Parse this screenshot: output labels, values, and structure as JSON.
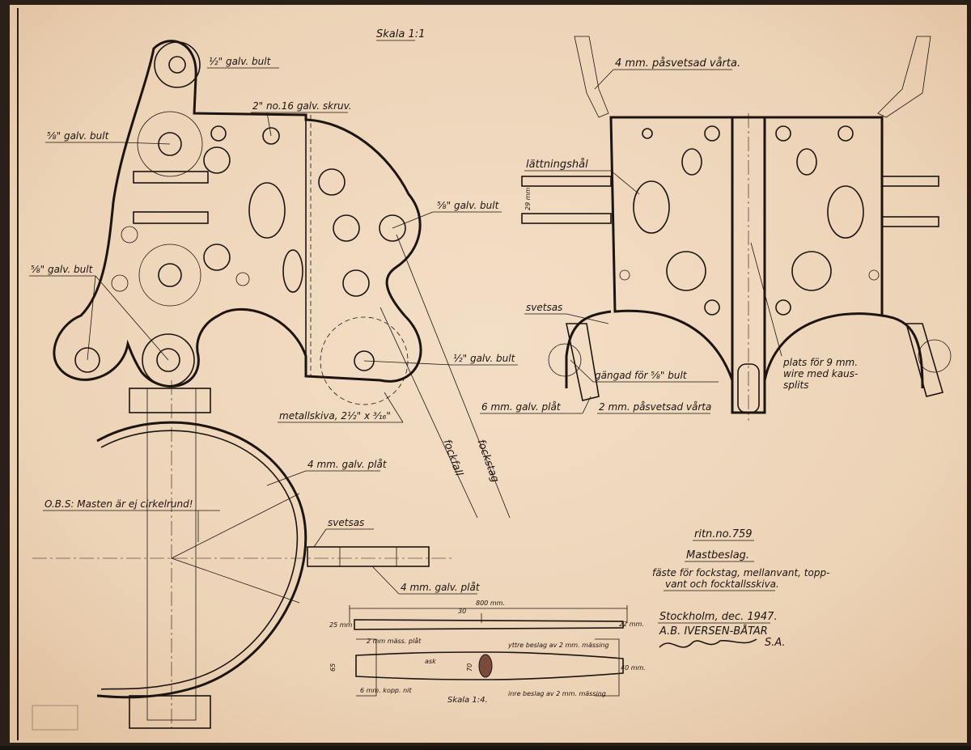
{
  "drawing": {
    "scale_main": "Skala 1:1",
    "scale_small": "Skala 1:4.",
    "title_block": {
      "drawing_no": "ritn.no.759",
      "title": "Mastbeslag.",
      "description_line1": "fäste för fockstag, mellanvant, topp-",
      "description_line2": "vant och focktallsskiva.",
      "place_date": "Stockholm, dec. 1947.",
      "company": "A.B. IVERSEN-BÅTAR",
      "company_suffix": "S.A."
    },
    "labels": {
      "half_galv_bult_top": "½\" galv. bult",
      "screw": "2\" no.16 galv. skruv.",
      "five8_bult_left_top": "⅝\" galv. bult",
      "five8_bult_right": "⅝\" galv. bult",
      "five8_bult_left_mid": "⅝\" galv. bult",
      "half_galv_bult_right": "½\" galv. bult",
      "metal_disc": "metallskiva, 2½\" x ³⁄₁₆\"",
      "fockfall": "fockfall",
      "fockstag": "fockstag",
      "plate_4mm_top": "4 mm. galv. plåt",
      "obs_note": "O.B.S: Masten är ej cirkelrund!",
      "svetsas_left": "svetsas",
      "plate_4mm_bottom": "4 mm. galv. plåt",
      "vart_4mm": "4 mm. påsvetsad vårta.",
      "lattningshal": "lättningshål",
      "dim_29": "29 mm",
      "svetsas_right": "svetsas",
      "gangad": "gängad för ⅝\" bult",
      "wire_line1": "plats för 9 mm.",
      "wire_line2": "wire med kaus-",
      "wire_line3": "splits",
      "plate_6mm": "6 mm. galv. plåt",
      "vart_2mm": "2 mm. påsvetsad vårta",
      "dim_800": "800 mm.",
      "dim_30": "30",
      "dim_25": "25 mm",
      "dim_22": "22 mm.",
      "brass_plate": "2 mm mäss. plåt",
      "outer_fitting": "yttre beslag av 2 mm. mässing",
      "ask": "ask",
      "dim_65": "65",
      "dim_70": "70",
      "dim_40": "40 mm.",
      "copper_rivet": "6 mm. kopp. nit",
      "inner_fitting": "inre beslag av 2 mm. mässing"
    }
  }
}
